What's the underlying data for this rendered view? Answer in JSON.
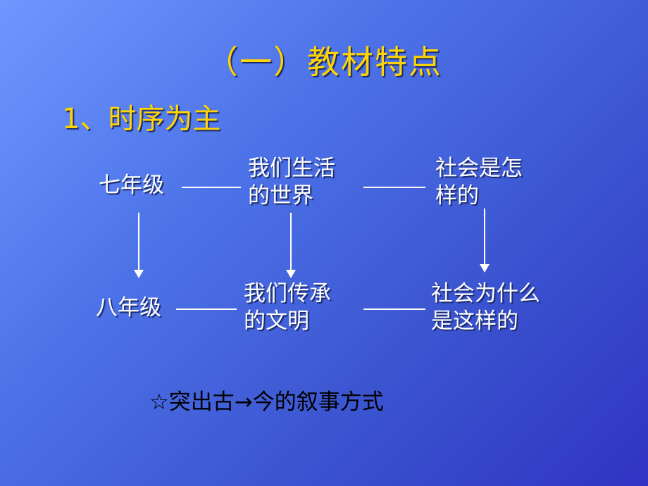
{
  "title": "（一）教材特点",
  "subtitle": "1、时序为主",
  "grade7": "七年级",
  "grade8": "八年级",
  "g7_book1": [
    "我们生活",
    "的世界"
  ],
  "g7_book2": [
    "社会是怎",
    "样的"
  ],
  "g8_book1": [
    "我们传承",
    "的文明"
  ],
  "g8_book2": [
    "社会为什么",
    "是这样的"
  ],
  "footer": "☆突出古→今的叙事方式",
  "colors": {
    "title": "#ffd400",
    "text": "#ffffff",
    "footer": "#000000"
  }
}
